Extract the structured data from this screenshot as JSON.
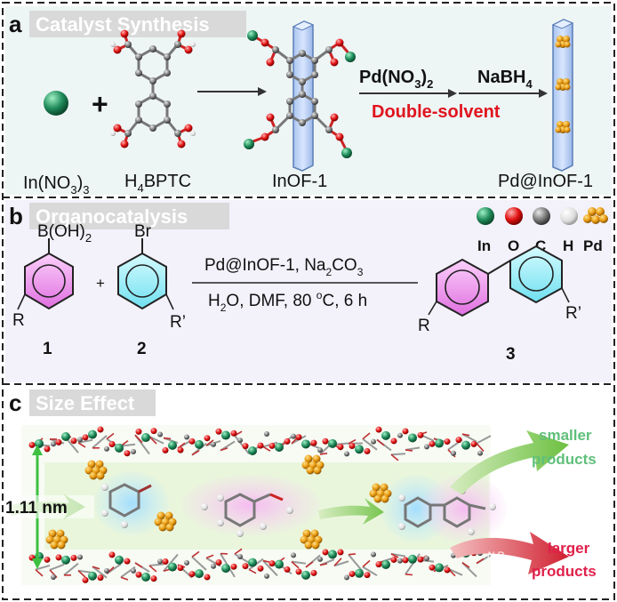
{
  "panels": {
    "a": {
      "letter": "a",
      "title": "Catalyst Synthesis",
      "metal_salt": "In(NO3)3",
      "plus": "+",
      "linker": "H4BPTC",
      "framework": "InOF-1",
      "reagent1": "Pd(NO3)2",
      "reagent2": "NaBH4",
      "method": "Double-solvent",
      "product": "Pd@InOF-1"
    },
    "b": {
      "letter": "b",
      "title": "Organocatalysis",
      "legend": [
        "In",
        "O",
        "C",
        "H",
        "Pd"
      ],
      "substrate1_group": "B(OH)2",
      "substrate1_sub": "R",
      "substrate1_num": "1",
      "plus": "+",
      "substrate2_group": "Br",
      "substrate2_sub": "R’",
      "substrate2_num": "2",
      "conditions_top": "Pd@InOF-1, Na2CO3",
      "conditions_bottom": "H2O, DMF, 80 oC, 6 h",
      "product_sub_left": "R",
      "product_sub_right": "R’",
      "product_num": "3"
    },
    "c": {
      "letter": "c",
      "title": "Size Effect",
      "pore_size": "1.11 nm",
      "smaller_label": "smaller products",
      "larger_label": "larger products",
      "no_reaction": "N.R."
    }
  },
  "colors": {
    "in_atom": "#1f8a5a",
    "o_atom": "#e01010",
    "c_atom": "#7a7a7a",
    "h_atom": "#e4e4e4",
    "pd_atom": "#e89a10",
    "title_tag": "#d9d9d9",
    "accent_red": "#e0141e",
    "smaller_green": "#5fbf7a",
    "larger_red": "#e0204a",
    "phenyl_magenta": "#f0a0f0",
    "phenyl_cyan": "#a0f0f8"
  }
}
